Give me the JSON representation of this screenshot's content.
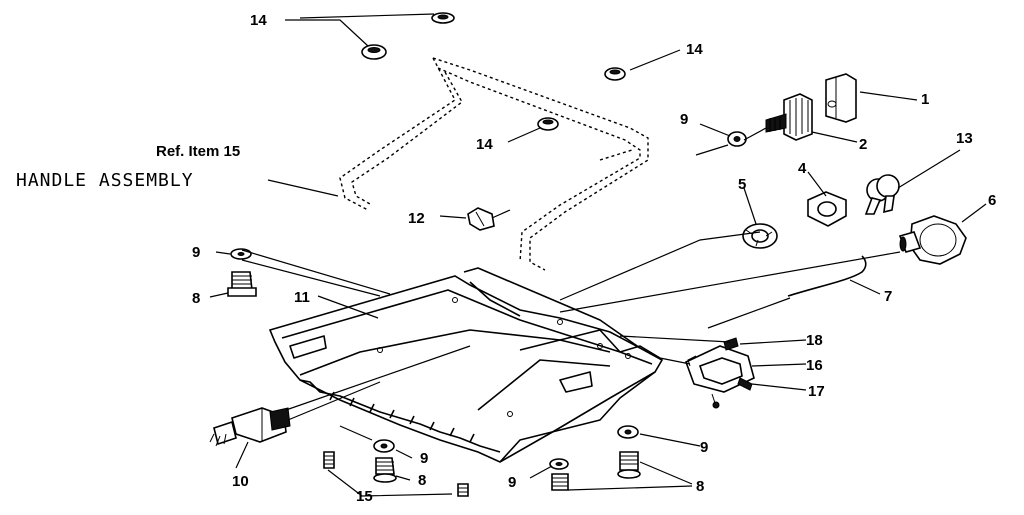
{
  "labels": {
    "ref_item": "Ref. Item 15",
    "handle_assembly": "HANDLE ASSEMBLY"
  },
  "callouts": {
    "c1": "1",
    "c2": "2",
    "c4": "4",
    "c5": "5",
    "c6": "6",
    "c7": "7",
    "c8a": "8",
    "c8b": "8",
    "c8c": "8",
    "c9a": "9",
    "c9b": "9",
    "c9c": "9",
    "c9d": "9",
    "c9e": "9",
    "c10": "10",
    "c11": "11",
    "c12": "12",
    "c13": "13",
    "c14a": "14",
    "c14b": "14",
    "c14c": "14",
    "c15": "15",
    "c16": "16",
    "c17": "17",
    "c18": "18"
  }
}
